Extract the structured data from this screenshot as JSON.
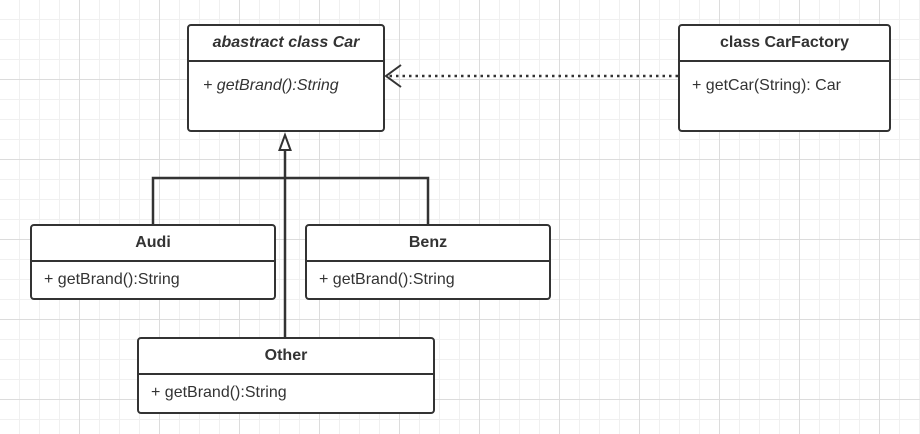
{
  "diagram": {
    "car": {
      "name": "abastract class Car",
      "method": "+ getBrand():String"
    },
    "factory": {
      "name": "class CarFactory",
      "method": "+ getCar(String): Car"
    },
    "audi": {
      "name": "Audi",
      "method": "+ getBrand():String"
    },
    "benz": {
      "name": "Benz",
      "method": "+ getBrand():String"
    },
    "other": {
      "name": "Other",
      "method": "+ getBrand():String"
    },
    "colors": {
      "stroke": "#333333",
      "grid_major": "#dcdcdc",
      "grid_minor": "#f0f0f0",
      "background": "#ffffff"
    }
  }
}
